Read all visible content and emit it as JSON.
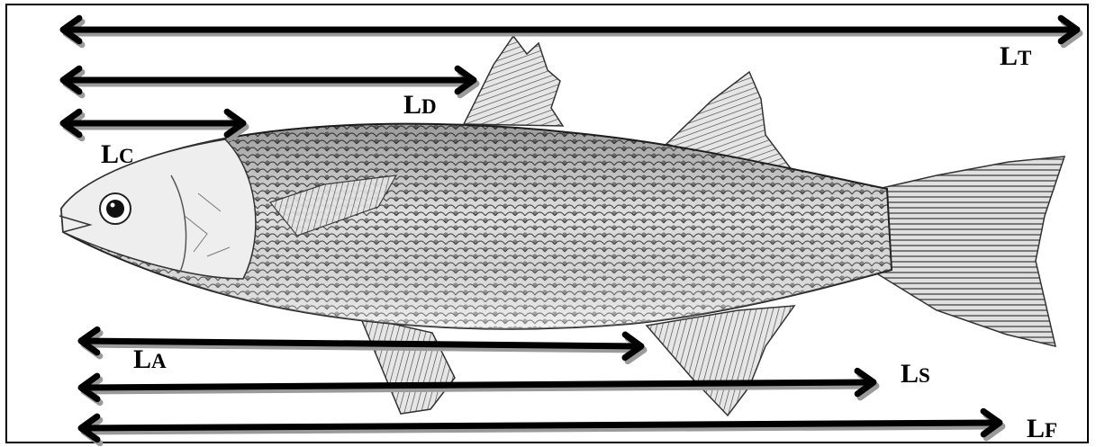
{
  "figure": {
    "subject": "fish",
    "arrow_color": "#000000",
    "shadow_color": "#9a9a9a",
    "measurements": [
      {
        "id": "LT",
        "prefix": "L",
        "sub": "T"
      },
      {
        "id": "LD",
        "prefix": "L",
        "sub": "D"
      },
      {
        "id": "LC",
        "prefix": "L",
        "sub": "C"
      },
      {
        "id": "LA",
        "prefix": "L",
        "sub": "A"
      },
      {
        "id": "LS",
        "prefix": "L",
        "sub": "S"
      },
      {
        "id": "LF",
        "prefix": "L",
        "sub": "F"
      }
    ]
  }
}
